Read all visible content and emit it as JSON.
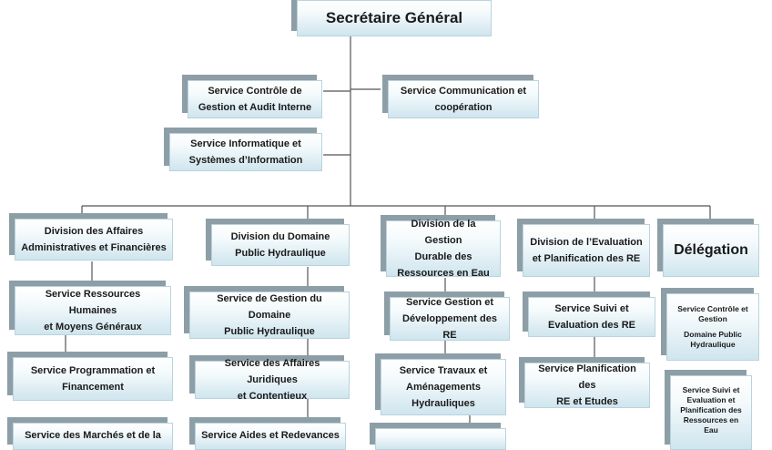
{
  "secretary_general": "Secrétaire Général",
  "staff_services": {
    "control_audit": "Service Contrôle de\nGestion et Audit Interne",
    "communication": "Service Communication et\ncoopération",
    "it": "Service Informatique et\nSystèmes d’Information"
  },
  "divisions": [
    {
      "label": "Division des Affaires\nAdministratives et Financières",
      "services": [
        "Service Ressources Humaines\net Moyens Généraux",
        "Service Programmation et\nFinancement",
        "Service des Marchés et de la"
      ]
    },
    {
      "label": "Division du Domaine\nPublic Hydraulique",
      "services": [
        "Service de Gestion du Domaine\nPublic Hydraulique",
        "Service des Affaires Juridiques\net Contentieux",
        "Service Aides et Redevances"
      ]
    },
    {
      "label": "Division de la Gestion\nDurable des\nRessources en Eau",
      "services": [
        "Service Gestion et\nDéveloppement des RE",
        "Service Travaux et\nAménagements\nHydrauliques",
        ""
      ]
    },
    {
      "label": "Division de l’Evaluation\net Planification des RE",
      "services": [
        "Service Suivi et\nEvaluation des RE",
        "Service Planification des\nRE et Etudes"
      ]
    }
  ],
  "delegation": {
    "label": "Délégation",
    "services": [
      {
        "line1": "Service Contrôle et\nGestion",
        "line2": "Domaine Public\nHydraulique"
      },
      {
        "line1": "Service Suivi et\nEvaluation et\nPlanification des\nRessources en\nEau",
        "line2": ""
      }
    ]
  },
  "colors": {
    "box_top": "#ffffff",
    "box_bottom": "#cfe5ee",
    "box_shadow": "#8d9ea6",
    "line": "#555555"
  }
}
